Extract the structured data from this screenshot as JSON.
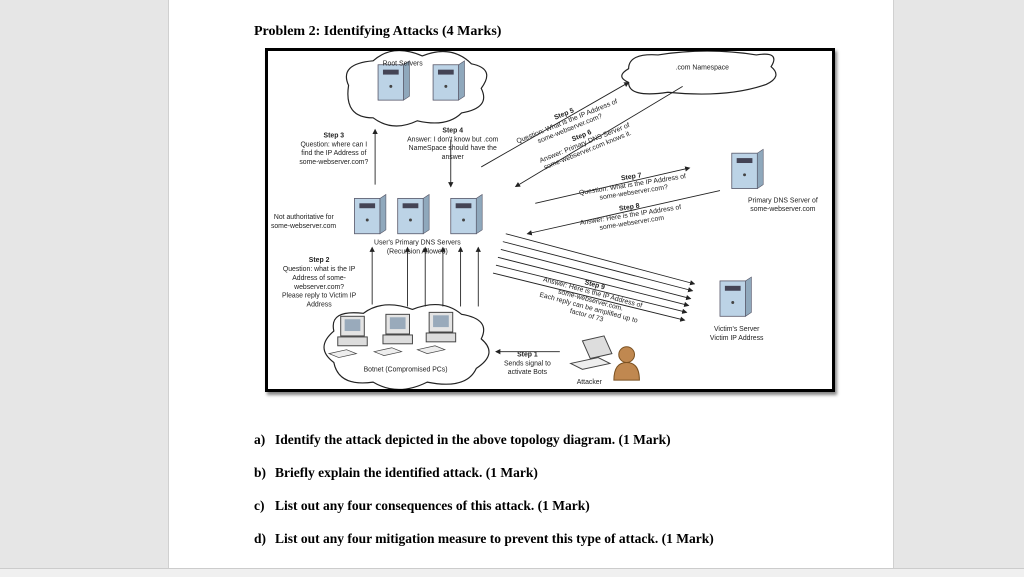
{
  "title": "Problem 2: Identifying Attacks (4 Marks)",
  "diagram": {
    "root_servers": "Root Servers",
    "com_namespace": ".com Namespace",
    "step3": [
      "Step 3",
      "Question: where can I",
      "find the IP Address of",
      "some-webserver.com?"
    ],
    "step4": [
      "Step 4",
      "Answer: I don't know but .com",
      "NameSpace should have the",
      "answer"
    ],
    "not_auth": [
      "Not authoritative for",
      "some-webserver.com"
    ],
    "dns_servers": [
      "User's Primary DNS Servers",
      "(Recursion Allowed)"
    ],
    "step2": [
      "Step 2",
      "Question: what is the IP",
      "Address of some-",
      "webserver.com?",
      "Please reply to Victim IP",
      "Address"
    ],
    "botnet": "Botnet (Compromised PCs)",
    "step1": [
      "Step 1",
      "Sends signal to",
      "activate Bots"
    ],
    "attacker": "Attacker",
    "victim": [
      "Victim's Server",
      "Victim IP Address"
    ],
    "primary_dns": [
      "Primary DNS Server of",
      "some-webserver.com"
    ],
    "step5": [
      "Step 5",
      "Question: What is the IP Address of",
      "some-webserver.com?"
    ],
    "step6": [
      "Step 6",
      "Answer: Primary DNS Server of",
      "some-webserver.com knows it."
    ],
    "step7": [
      "Step 7",
      "Question: What is the IP Address of",
      "some-webserver.com?"
    ],
    "step8": [
      "Step 8",
      "Answer: Here is the IP Address of",
      "some-webserver.com"
    ],
    "step9": [
      "Step 9",
      "Answer: Here is the IP Address of",
      "some-webserver.com.",
      "Each reply can be amplified up to",
      "factor of 73"
    ]
  },
  "questions": [
    {
      "label": "a)",
      "text": "Identify the attack depicted in the above topology diagram. (1 Mark)"
    },
    {
      "label": "b)",
      "text": "Briefly explain the identified attack. (1 Mark)"
    },
    {
      "label": "c)",
      "text": "List out any four consequences of this attack.  (1 Mark)"
    },
    {
      "label": "d)",
      "text": "List out any four mitigation measure to prevent this type of attack.  (1 Mark)"
    }
  ]
}
